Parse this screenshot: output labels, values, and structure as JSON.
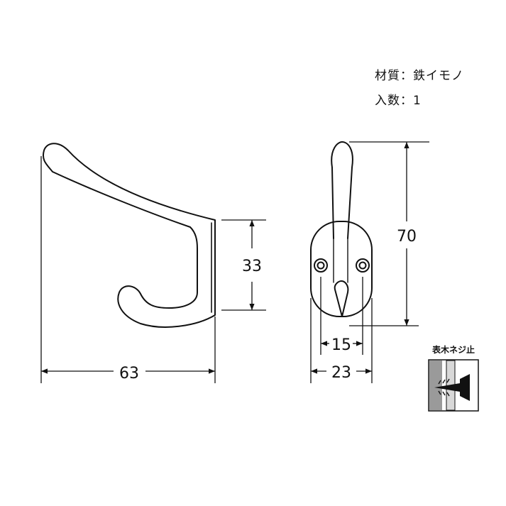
{
  "specs": {
    "material": "材質：鉄イモノ",
    "quantity": "入数：1"
  },
  "dimensions": {
    "width": "63",
    "hook_depth": "33",
    "height": "70",
    "hole_pitch": "15",
    "base_width": "23"
  },
  "mounting": {
    "label": "表木ネジ止"
  }
}
